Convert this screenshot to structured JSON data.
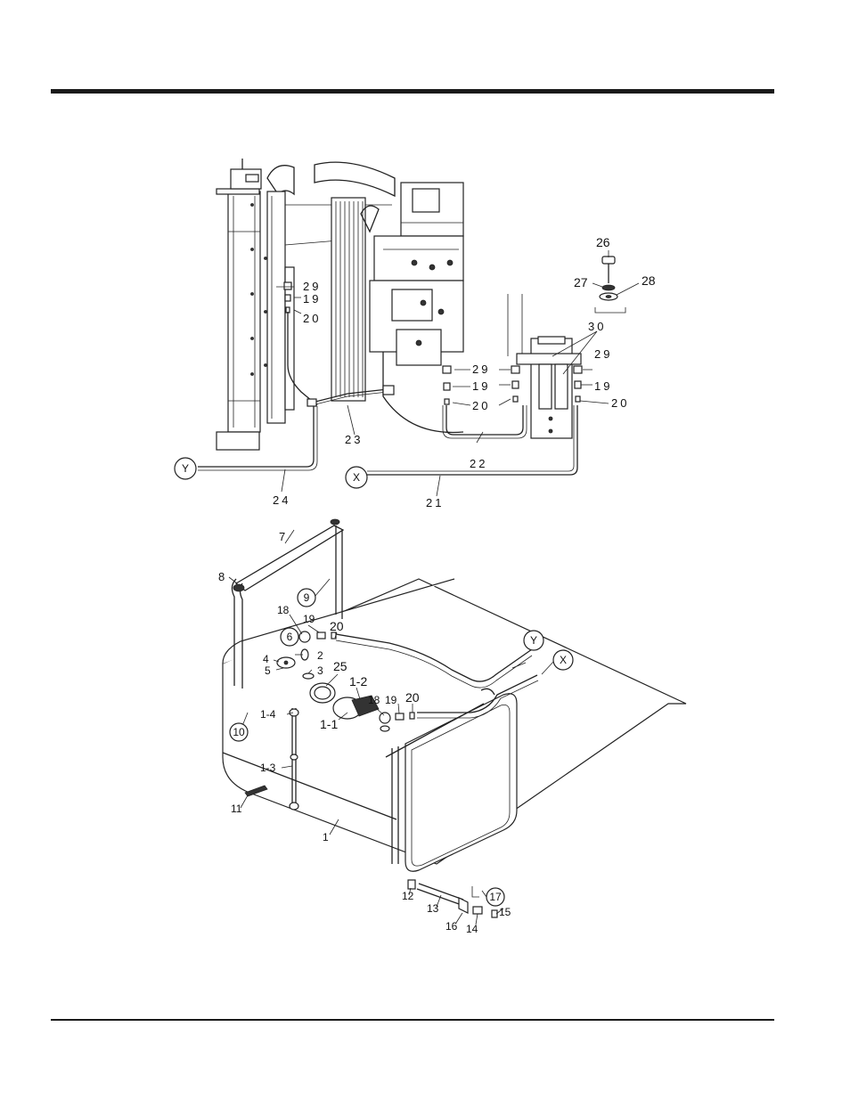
{
  "callouts": {
    "c26": "26",
    "c27": "27",
    "c28": "28",
    "c29a": "29",
    "c19a": "19",
    "c20a": "20",
    "c29b": "29",
    "c19b": "19",
    "c20b": "20",
    "c30": "30",
    "c29c": "29",
    "c19c": "19",
    "c20c": "20",
    "c22": "22",
    "c23": "23",
    "c24": "24",
    "c21": "21",
    "cY1": "Y",
    "cX1": "X",
    "c7": "7",
    "c8": "8",
    "c9": "9",
    "c18a": "18",
    "c19d": "19",
    "c20d": "20",
    "cY2": "Y",
    "cX2": "X",
    "c6": "6",
    "c2": "2",
    "c4": "4",
    "c5": "5",
    "c3": "3",
    "c25": "25",
    "c1_2": "1-2",
    "c18b": "18",
    "c19e": "19",
    "c20e": "20",
    "c1_4": "1-4",
    "c10": "10",
    "c1_1": "1-1",
    "c1_3": "1-3",
    "c11": "11",
    "c1": "1",
    "c12": "12",
    "c13": "13",
    "c17": "17",
    "c15": "15",
    "c16": "16",
    "c14": "14"
  }
}
